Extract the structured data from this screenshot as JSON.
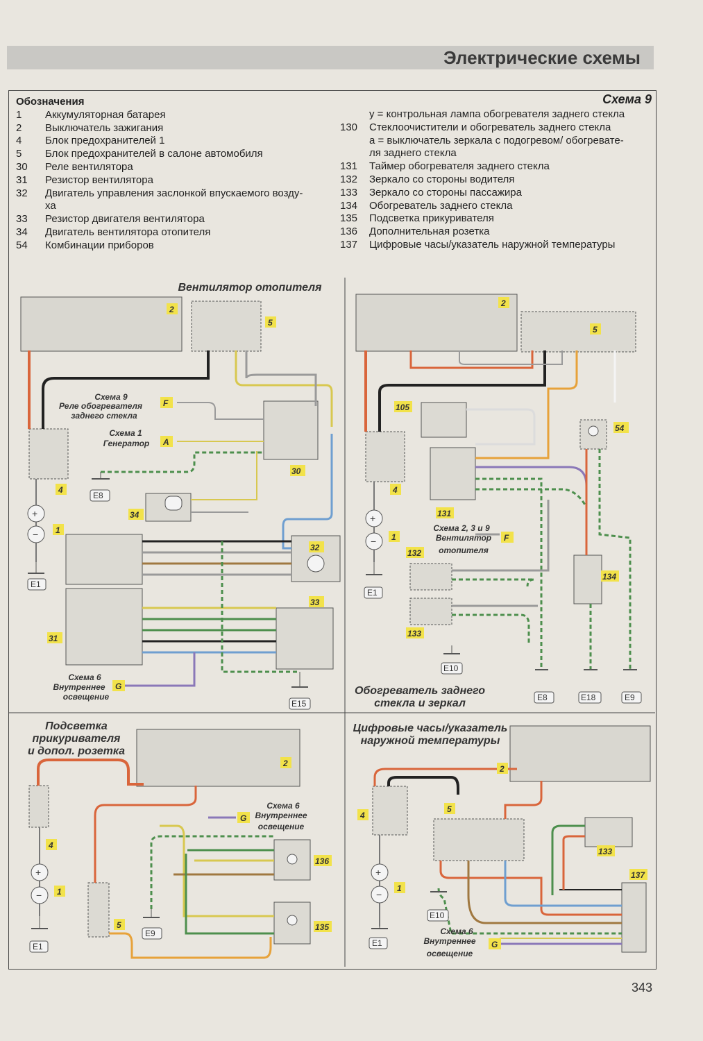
{
  "header": {
    "title": "Электрические схемы"
  },
  "schema": "Схема 9",
  "legend": {
    "title": "Обозначения",
    "left": [
      {
        "num": "1",
        "text": "Аккумуляторная батарея"
      },
      {
        "num": "2",
        "text": "Выключатель зажигания"
      },
      {
        "num": "4",
        "text": "Блок предохранителей 1"
      },
      {
        "num": "5",
        "text": "Блок предохранителей в салоне автомобиля"
      },
      {
        "num": "30",
        "text": "Реле вентилятора"
      },
      {
        "num": "31",
        "text": "Резистор вентилятора"
      },
      {
        "num": "32",
        "text": "Двигатель управления заслонкой впускаемого возду-"
      },
      {
        "num": "",
        "text": "ха"
      },
      {
        "num": "33",
        "text": "Резистор двигателя вентилятора"
      },
      {
        "num": "34",
        "text": "Двигатель вентилятора отопителя"
      },
      {
        "num": "54",
        "text": "Комбинации приборов"
      }
    ],
    "right": [
      {
        "num": "",
        "text": "y = контрольная лампа обогревателя заднего стекла"
      },
      {
        "num": "130",
        "text": "Стеклоочистители и обогреватель заднего стекла"
      },
      {
        "num": "",
        "text": "a = выключатель зеркала с подогревом/ обогревате-"
      },
      {
        "num": "",
        "text": "ля заднего стекла"
      },
      {
        "num": "131",
        "text": "Таймер обогревателя заднего стекла"
      },
      {
        "num": "132",
        "text": "Зеркало со стороны водителя"
      },
      {
        "num": "133",
        "text": "Зеркало со стороны пассажира"
      },
      {
        "num": "134",
        "text": "Обогреватель заднего стекла"
      },
      {
        "num": "135",
        "text": "Подсветка прикуривателя"
      },
      {
        "num": "136",
        "text": "Дополнительная розетка"
      },
      {
        "num": "137",
        "text": "Цифровые часы/указатель наружной температуры"
      }
    ]
  },
  "sections": {
    "heater_fan": "Вентилятор отопителя",
    "rear_heater_line1": "Обогреватель заднего",
    "rear_heater_line2": "стекла и зеркал",
    "lighter_line1": "Подсветка",
    "lighter_line2": "прикуривателя",
    "lighter_line3": "и допол. розетка",
    "clock_line1": "Цифровые часы/указатель",
    "clock_line2": "наружной температуры"
  },
  "refs": {
    "s9_title": "Схема 9",
    "s9_l1": "Реле обогревателя",
    "s9_l2": "заднего стекла",
    "s1_title": "Схема 1",
    "s1_l1": "Генератор",
    "s6_title": "Схема 6",
    "s6_l1": "Внутреннее",
    "s6_l2": "освещение",
    "s239_title": "Схема 2, 3 и 9",
    "s239_l1": "Вентилятор",
    "s239_l2": "отопителя"
  },
  "grounds": [
    "E1",
    "E8",
    "E15",
    "E1",
    "E10",
    "E8",
    "E18",
    "E9",
    "E9",
    "E1",
    "E10"
  ],
  "page_number": "343",
  "colors": {
    "red": "#d9653b",
    "black": "#222222",
    "grey": "#9a9a9a",
    "yellow": "#d8c850",
    "blue": "#6f9fd0",
    "green": "#4d8f4d",
    "brown": "#a07840",
    "violet": "#8a78b8",
    "white": "#f4f4f4",
    "orange": "#e7a23a",
    "label_yellow": "#f2e24a"
  }
}
